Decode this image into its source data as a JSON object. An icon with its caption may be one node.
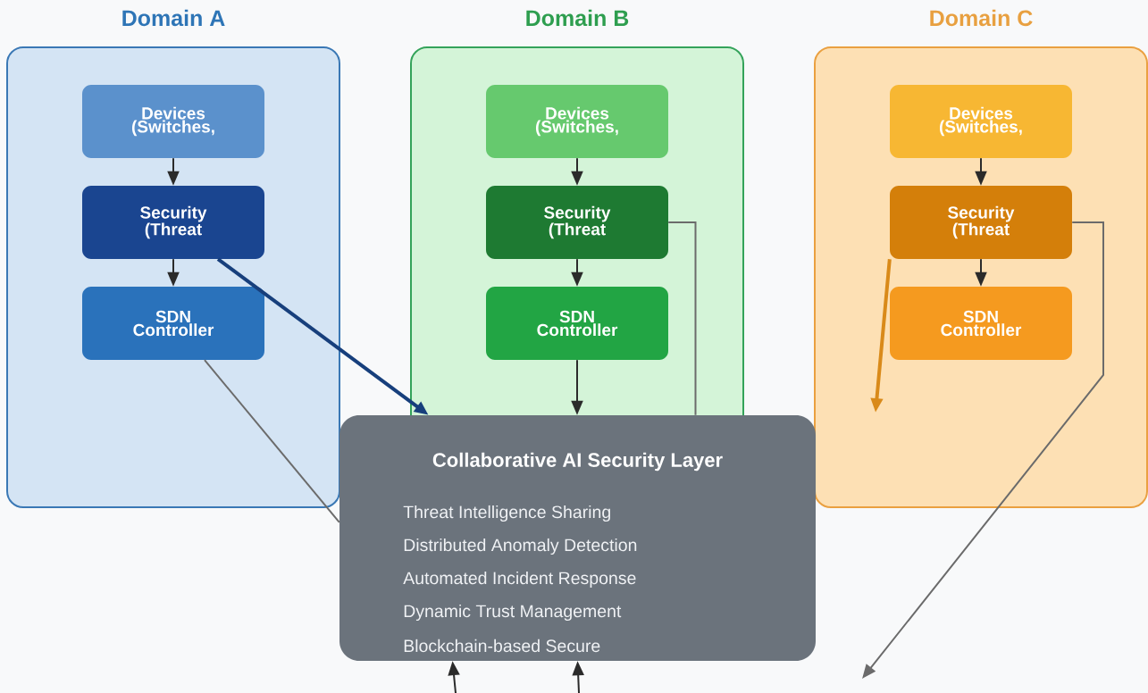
{
  "diagram": {
    "nodes": [
      {
        "text": [
          "Domain A"
        ]
      },
      {
        "text": [
          "Devices (Switches,"
        ],
        "in": 0
      },
      {
        "text": [
          "Security (Threat"
        ],
        "in": 0
      },
      {
        "text": [
          "SDN Controller"
        ],
        "in": 0
      },
      {
        "text": [
          "Domain B"
        ]
      },
      {
        "text": [
          "Devices (Switches,"
        ],
        "in": 4
      },
      {
        "text": [
          "Security (Threat"
        ],
        "in": 4
      },
      {
        "text": [
          "SDN Controller"
        ],
        "in": 4
      },
      {
        "text": [
          "Domain C"
        ]
      },
      {
        "text": [
          "Devices (Switches,"
        ],
        "in": 8
      },
      {
        "text": [
          "Security (Threat"
        ],
        "in": 8
      },
      {
        "text": [
          "SDN Controller"
        ],
        "in": 8
      },
      {
        "text": [
          "Collaborative AI Security Layer",
          "Threat Intelligence Sharing",
          "Distributed Anomaly Detection",
          "Automated Incident Response",
          "Dynamic Trust Management",
          "Blockchain-based Secure"
        ]
      }
    ],
    "edges": [
      {
        "from": 1,
        "to": 2,
        "arrow": "to"
      },
      {
        "from": 5,
        "to": 6,
        "arrow": "to"
      },
      {
        "from": 9,
        "to": 10,
        "arrow": "to"
      },
      {
        "from": 2,
        "to": 3,
        "arrow": "to"
      },
      {
        "from": 6,
        "to": 7,
        "arrow": "to"
      },
      {
        "from": 10,
        "to": 11,
        "arrow": "to"
      },
      {
        "from": 2,
        "to": 12,
        "arrow": "to",
        "style": "thick",
        "color": "#173f7c"
      },
      {
        "from": 7,
        "to": 12,
        "arrow": "to"
      },
      {
        "from": 10,
        "to": null,
        "arrow": "to",
        "style": "thick",
        "color": "#d98a1a"
      },
      {
        "from": 3,
        "to": 12,
        "arrow": "none",
        "color": "#6b6b6b"
      },
      {
        "from": null,
        "to": 12,
        "arrow": "to"
      },
      {
        "from": 6,
        "to": 12,
        "arrow": "none",
        "color": "#6b6b6b"
      },
      {
        "from": null,
        "to": 12,
        "arrow": "to"
      },
      {
        "from": 10,
        "to": null,
        "arrow": "to",
        "color": "#6b6b6b"
      }
    ]
  }
}
